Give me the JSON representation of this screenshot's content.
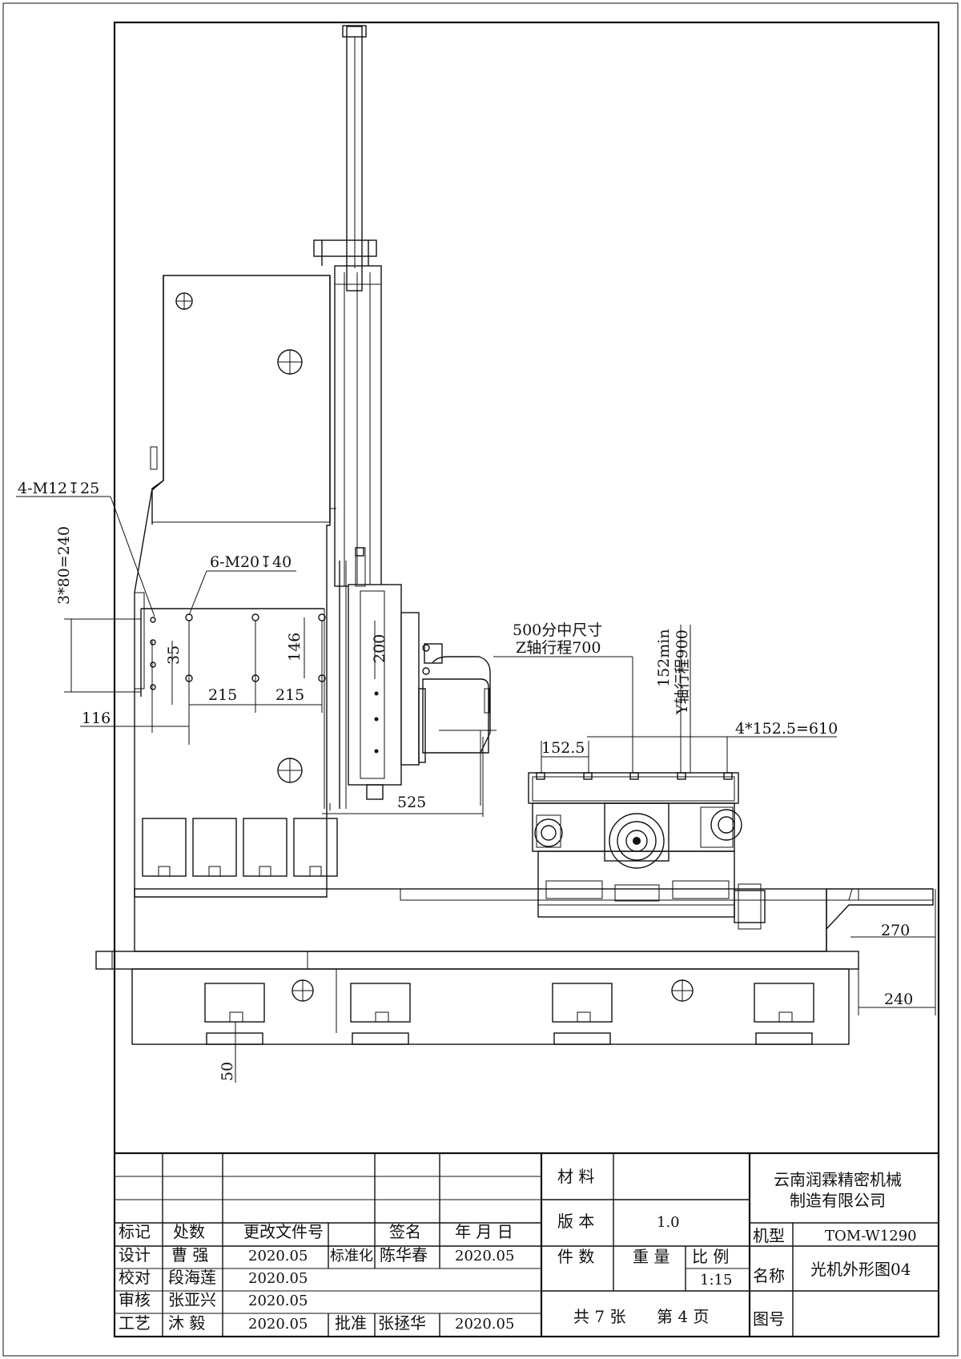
{
  "dimensions": {
    "tap_holes_a": "4-M12↧25",
    "tap_holes_b": "6-M20↧40",
    "vert_pitch": "3*80=240",
    "d35": "35",
    "d215_a": "215",
    "d215_b": "215",
    "d146": "146",
    "d200": "200",
    "d116": "116",
    "d525": "525",
    "gauge_note": "500分中尺寸",
    "z_travel": "Z轴行程700",
    "y_min": "152min",
    "y_travel": "Y轴行程900",
    "table_pitch": "4*152.5=610",
    "d152_5": "152.5",
    "d270": "270",
    "d240": "240",
    "d50": "50"
  },
  "title_block": {
    "rev_headers": [
      "标记",
      "处数",
      "更改文件号",
      "签名",
      "年 月 日"
    ],
    "rows": [
      {
        "role": "设计",
        "name": "曹 强",
        "date": "2020.05",
        "role2": "标准化",
        "name2": "陈华春",
        "date2": "2020.05"
      },
      {
        "role": "校对",
        "name": "段海莲",
        "date": "2020.05",
        "role2": "",
        "name2": "",
        "date2": ""
      },
      {
        "role": "审核",
        "name": "张亚兴",
        "date": "2020.05",
        "role2": "",
        "name2": "",
        "date2": ""
      },
      {
        "role": "工艺",
        "name": "沐  毅",
        "date": "2020.05",
        "role2": "批准",
        "name2": "张拯华",
        "date2": "2020.05"
      }
    ],
    "material_label": "材 料",
    "material_value": "",
    "version_label": "版 本",
    "version_value": "1.0",
    "qty_label": "件 数",
    "weight_label": "重 量",
    "scale_label": "比 例",
    "scale_value": "1:15",
    "sheets": "共 7 张",
    "page": "第 4 页",
    "company_line1": "云南润霖精密机械",
    "company_line2": "制造有限公司",
    "model_label": "机型",
    "model_value": "TOM-W1290",
    "name_label": "名称",
    "name_value": "光机外形图04",
    "drawing_no_label": "图号",
    "drawing_no_value": ""
  }
}
